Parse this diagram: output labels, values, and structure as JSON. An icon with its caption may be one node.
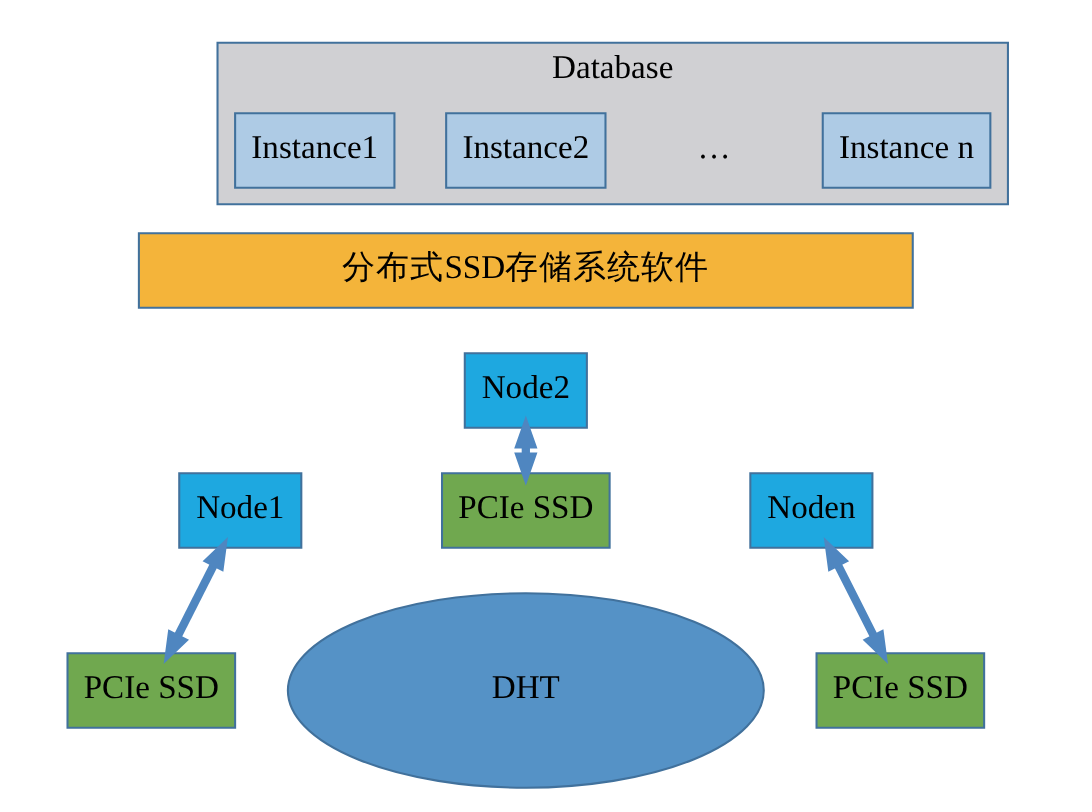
{
  "diagram": {
    "nodes": [
      {
        "text": [
          "Database"
        ]
      },
      {
        "text": [
          "Instance1"
        ],
        "in": 0
      },
      {
        "text": [
          "Instance2"
        ],
        "in": 0
      },
      {
        "text": [
          "Instance n"
        ],
        "in": 0
      },
      {
        "text": [
          "分布式SSD存储系统软件"
        ]
      },
      {
        "text": [
          "Node2"
        ]
      },
      {
        "text": [
          "PCIe SSD"
        ]
      },
      {
        "text": [
          "Node1"
        ]
      },
      {
        "text": [
          "Noden"
        ]
      },
      {
        "text": [
          "PCIe SSD"
        ]
      },
      {
        "text": [
          "DHT"
        ]
      },
      {
        "text": [
          "PCIe SSD"
        ]
      }
    ],
    "edges": [
      {
        "from": 5,
        "to": 6,
        "arrow": "both"
      },
      {
        "from": 7,
        "to": 9,
        "arrow": "both"
      },
      {
        "from": 8,
        "to": 11,
        "arrow": "both"
      }
    ],
    "labels": [
      "…"
    ]
  }
}
